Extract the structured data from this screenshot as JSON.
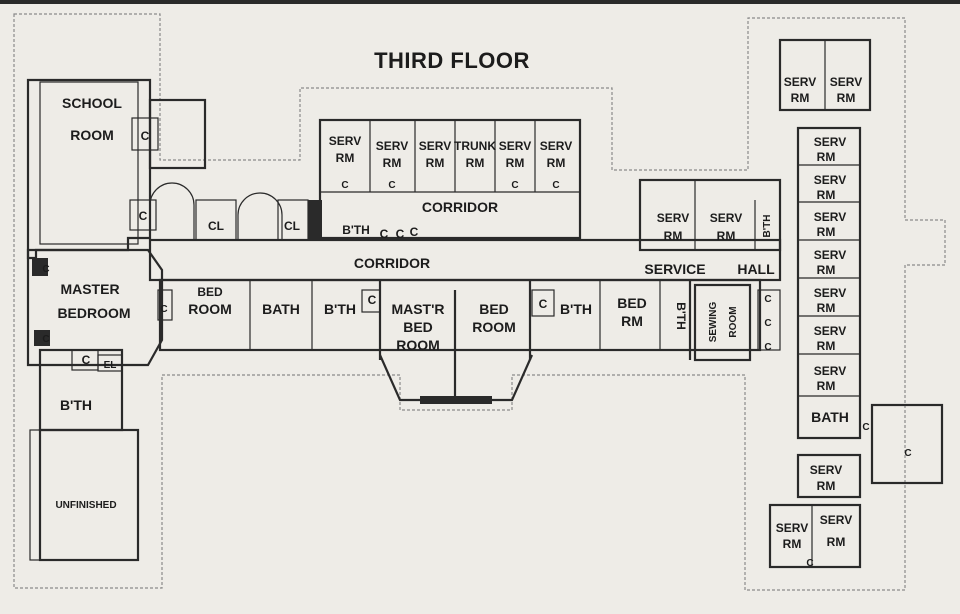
{
  "title": "THIRD FLOOR",
  "labels": {
    "school_room": [
      "SCHOOL",
      "ROOM"
    ],
    "master_bedroom": [
      "MASTER",
      "BEDROOM"
    ],
    "bth_left": "B'TH",
    "unfinished": "UNFINISHED",
    "cl": "CL",
    "el": "EL",
    "c": "C",
    "corridor": "CORRIDOR",
    "bth": "B'TH",
    "bath": "BATH",
    "bed_room": [
      "BED",
      "ROOM"
    ],
    "mastr_bed_room": [
      "MAST'R",
      "BED",
      "ROOM"
    ],
    "bed_rm": [
      "BED",
      "RM"
    ],
    "serv_rm": [
      "SERV",
      "RM"
    ],
    "trunk_rm": [
      "TRUNK",
      "RM"
    ],
    "service_hall": "SERVICE",
    "hall": "HALL",
    "sewing_room": [
      "SEWING",
      "ROOM"
    ],
    "bth_vertical": "B'TH"
  }
}
